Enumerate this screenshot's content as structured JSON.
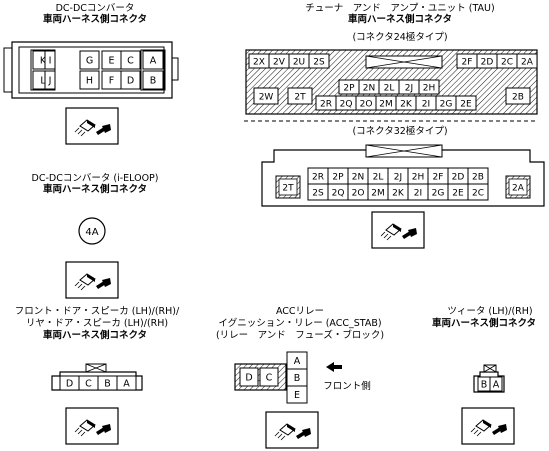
{
  "headings": {
    "dcdc_1": "DC-DCコンバータ",
    "dcdc_2": "車両ハーネス側コネクタ",
    "tau_1": "チューナ　アンド　アンプ・ユニット (TAU)",
    "tau_2": "車両ハーネス側コネクタ",
    "tau_24": "(コネクタ24極タイプ)",
    "tau_32": "(コネクタ32極タイプ)",
    "eloop_1": "DC-DCコンバータ (i-ELOOP)",
    "eloop_2": "車両ハーネス側コネクタ",
    "speaker_1": "フロント・ドア・スピーカ (LH)/(RH)/",
    "speaker_2": "リヤ・ドア・スピーカ (LH)/(RH)",
    "speaker_3": "車両ハーネス側コネクタ",
    "acc_1": "ACCリレー",
    "acc_2": "イグニッション・リレー (ACC_STAB)",
    "acc_3": "(リレー　アンド　フューズ・ブロック)",
    "acc_front": "フロント側",
    "tweeter_1": "ツィータ (LH)/(RH)",
    "tweeter_2": "車両ハーネス側コネクタ"
  },
  "dcdc_pins": {
    "top": [
      "K",
      "I",
      "G",
      "E",
      "C",
      "A"
    ],
    "bottom": [
      "L",
      "J",
      "H",
      "F",
      "D",
      "B"
    ]
  },
  "tau24_pins": {
    "top_left": [
      "2X",
      "2V",
      "2U",
      "2S"
    ],
    "top_right": [
      "2F",
      "2D",
      "2C",
      "2A"
    ],
    "mid": [
      "2P",
      "2N",
      "2L",
      "2J",
      "2H"
    ],
    "bottom": [
      "2R",
      "2Q",
      "2O",
      "2M",
      "2K",
      "2I",
      "2G",
      "2E"
    ],
    "left_pin": "2W",
    "left_pin2": "2T",
    "right_pin": "2B"
  },
  "tau32_pins": {
    "top": [
      "2R",
      "2P",
      "2N",
      "2L",
      "2J",
      "2H",
      "2F",
      "2D",
      "2B"
    ],
    "bottom": [
      "2S",
      "2Q",
      "2O",
      "2M",
      "2K",
      "2I",
      "2G",
      "2E",
      "2C"
    ],
    "left_pin": "2T",
    "right_pin": "2A"
  },
  "eloop_pin": "4A",
  "speaker_pins": [
    "D",
    "C",
    "B",
    "A"
  ],
  "acc_pins": {
    "left": [
      "D",
      "C"
    ],
    "right": [
      "A",
      "B",
      "E"
    ]
  },
  "tweeter_pins": [
    "B",
    "A"
  ]
}
